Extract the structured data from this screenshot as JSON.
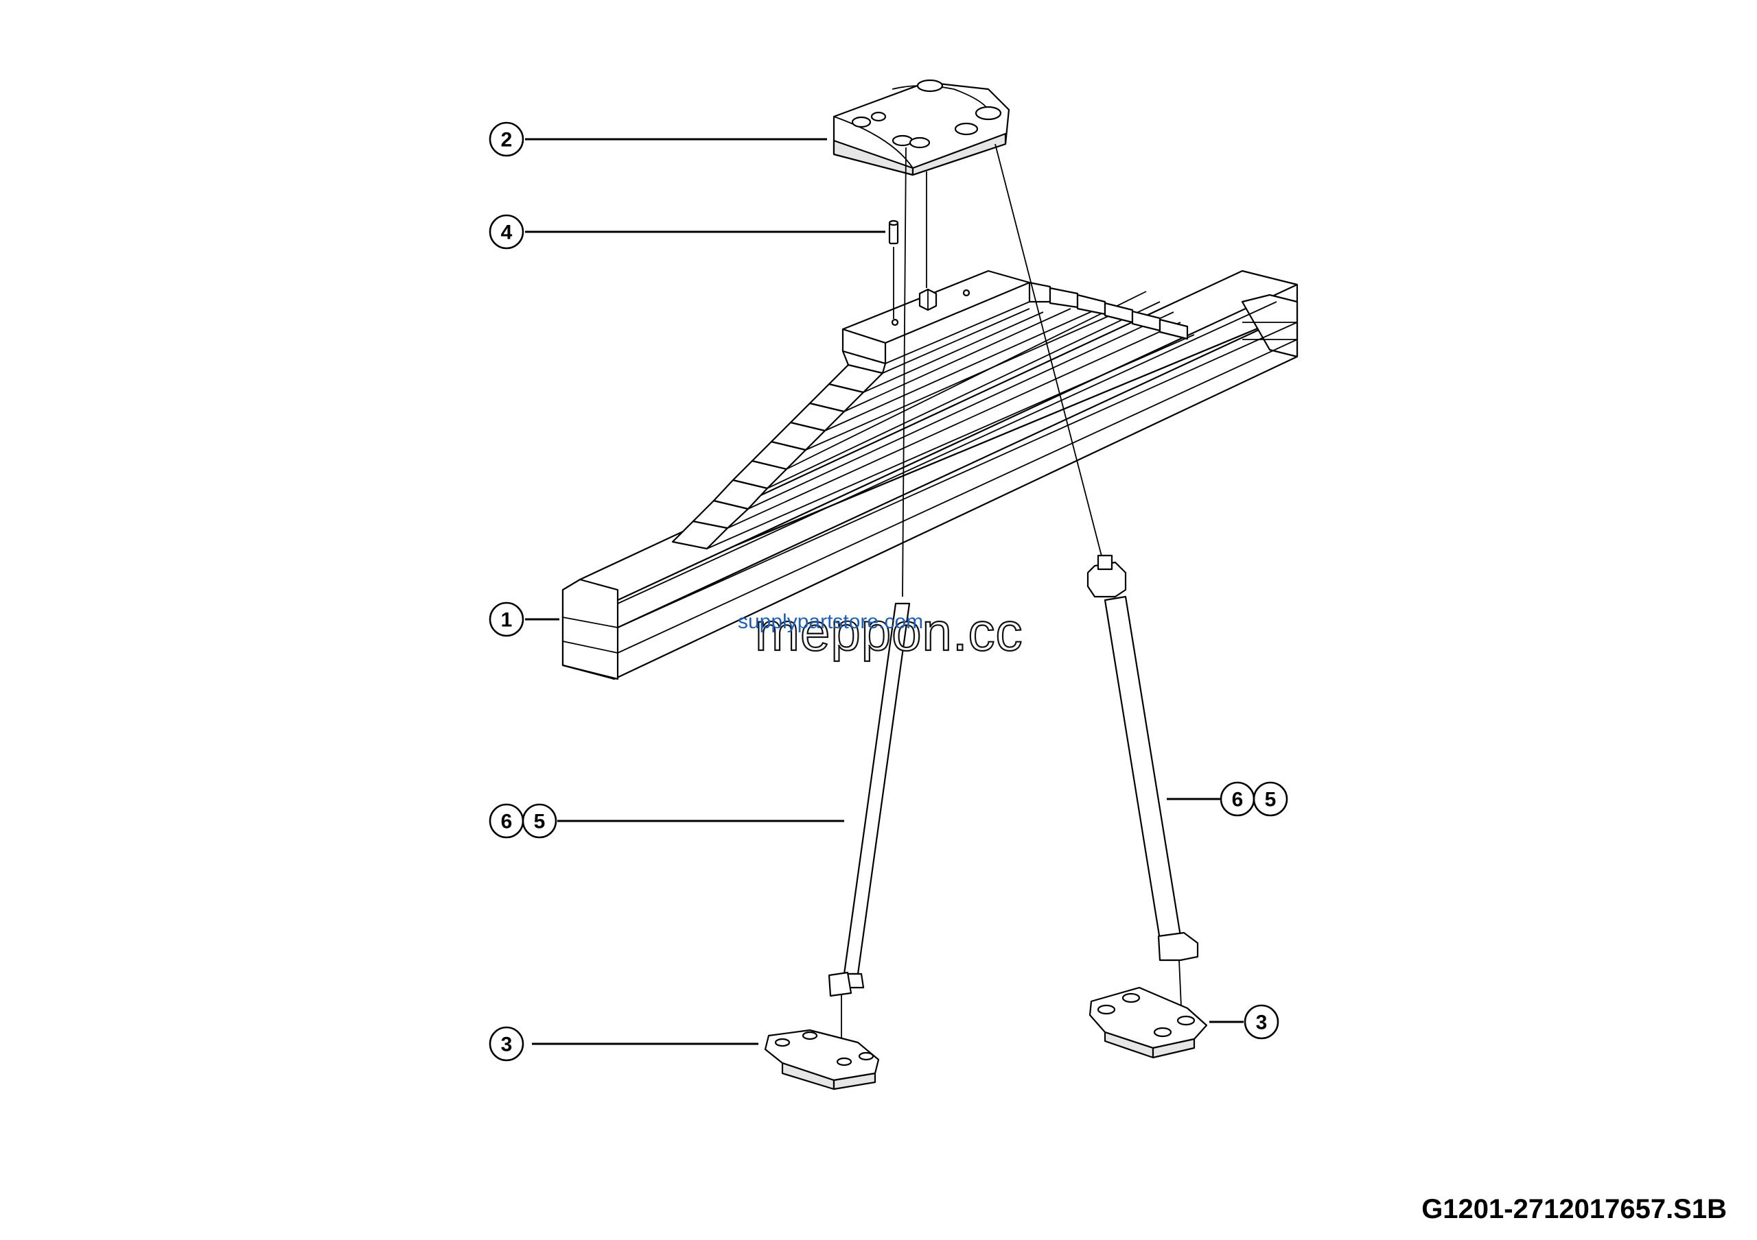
{
  "drawing_code": "G1201-2712017657.S1B",
  "watermarks": {
    "primary": "meppon.cc",
    "secondary": "supplypartstore.com"
  },
  "callouts": [
    {
      "id": "c2",
      "label": "2"
    },
    {
      "id": "c4",
      "label": "4"
    },
    {
      "id": "c1",
      "label": "1"
    },
    {
      "id": "c6a",
      "label": "6"
    },
    {
      "id": "c5a",
      "label": "5"
    },
    {
      "id": "c6b",
      "label": "6"
    },
    {
      "id": "c5b",
      "label": "5"
    },
    {
      "id": "c3a",
      "label": "3"
    },
    {
      "id": "c3b",
      "label": "3"
    }
  ],
  "colors": {
    "line": "#000000",
    "background": "#ffffff",
    "watermark_blue": "#1f5fb8"
  }
}
